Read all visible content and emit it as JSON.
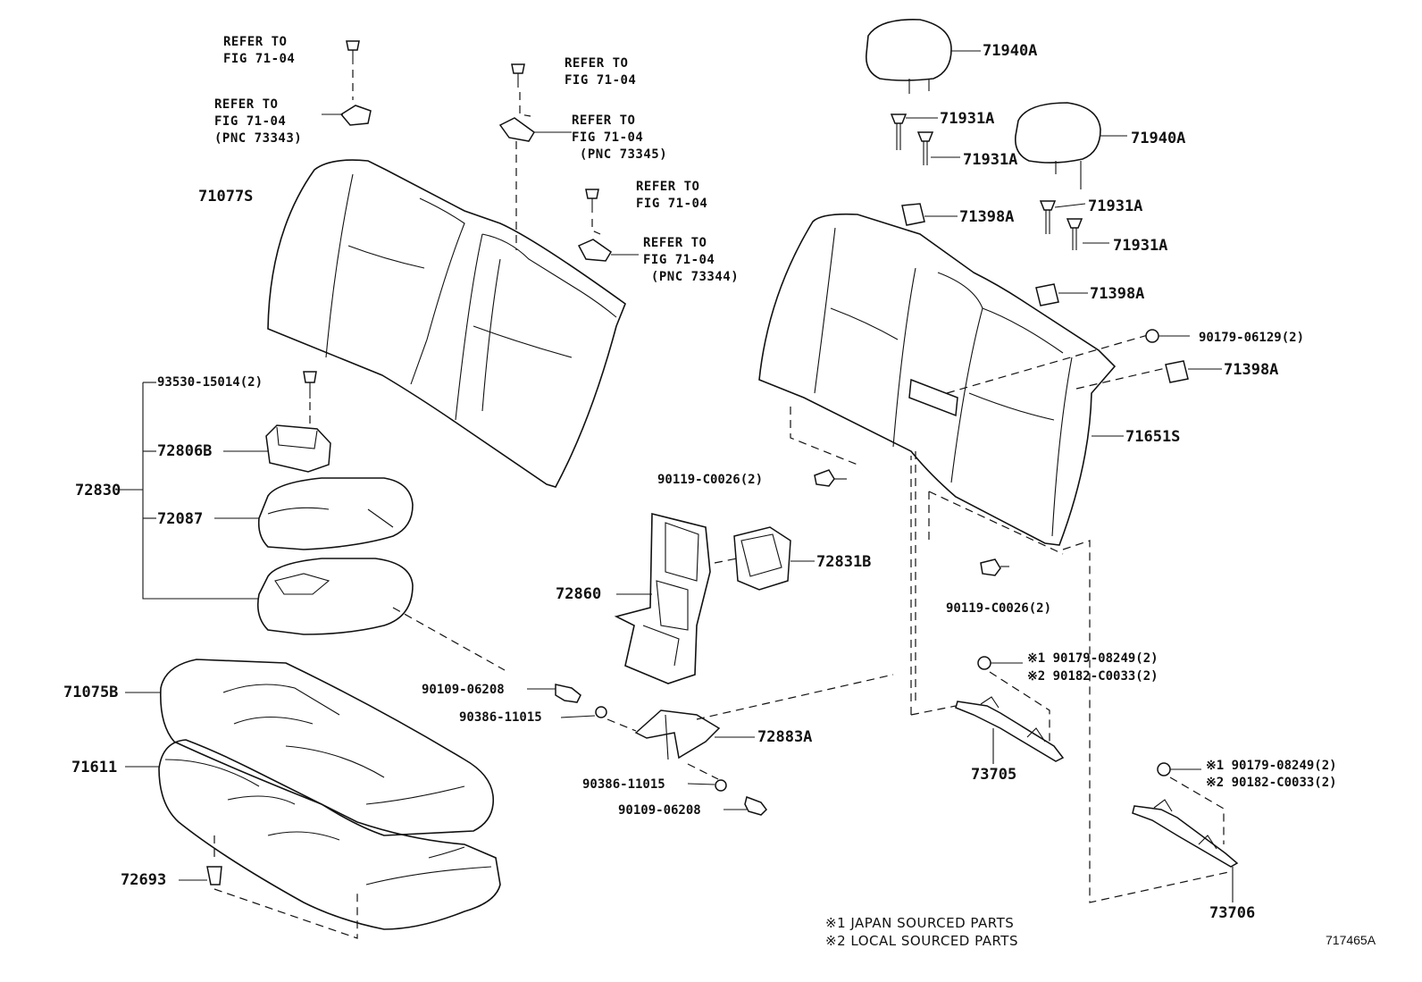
{
  "diagram": {
    "parts": {
      "p71077S": "71077S",
      "p72830": "72830",
      "p72806B": "72806B",
      "p72087": "72087",
      "p71075B": "71075B",
      "p71611": "71611",
      "p72693": "72693",
      "p72860": "72860",
      "p72831B": "72831B",
      "p72883A": "72883A",
      "p71940A_1": "71940A",
      "p71940A_2": "71940A",
      "p71931A_1": "71931A",
      "p71931A_2": "71931A",
      "p71931A_3": "71931A",
      "p71931A_4": "71931A",
      "p71398A_1": "71398A",
      "p71398A_2": "71398A",
      "p71398A_3": "71398A",
      "p71651S": "71651S",
      "p73705": "73705",
      "p73706": "73706"
    },
    "fasteners": {
      "f93530": "93530-15014(2)",
      "f90119_a": "90119-C0026(2)",
      "f90119_b": "90119-C0026(2)",
      "f90179_06129": "90179-06129(2)",
      "f90109_a": "90109-06208",
      "f90386_a": "90386-11015",
      "f90386_b": "90386-11015",
      "f90109_b": "90109-06208",
      "f73705_1": "※1 90179-08249(2)",
      "f73705_2": "※2 90182-C0033(2)",
      "f73706_1": "※1 90179-08249(2)",
      "f73706_2": "※2 90182-C0033(2)"
    },
    "references": {
      "r1": "REFER TO\nFIG 71-04",
      "r2": "REFER TO\nFIG 71-04\n(PNC 73343)",
      "r3": "REFER TO\nFIG 71-04",
      "r4": "REFER TO\nFIG 71-04\n (PNC 73345)",
      "r5": "REFER TO\nFIG 71-04",
      "r6": "REFER TO\nFIG 71-04\n (PNC 73344)"
    },
    "notes": {
      "n1": "※1 JAPAN SOURCED PARTS",
      "n2": "※2 LOCAL SOURCED PARTS"
    },
    "figure_id": "717465A"
  }
}
